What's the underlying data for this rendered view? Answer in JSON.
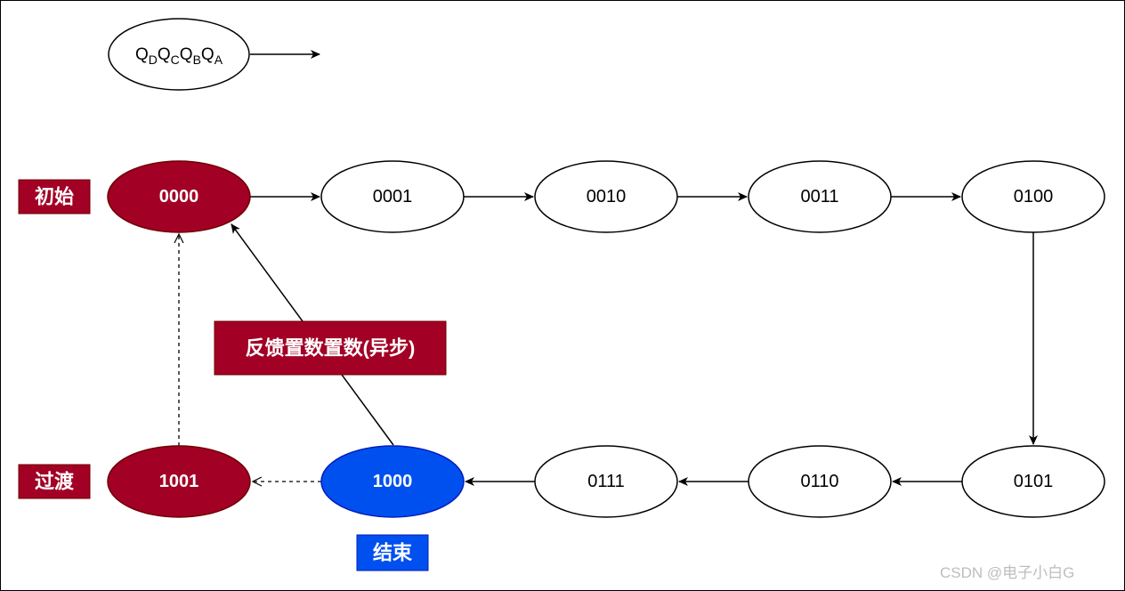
{
  "colors": {
    "highlight_fill": "#A20025",
    "end_fill": "#0050EF",
    "stroke": "#000000",
    "label_text": "#FFFFFF"
  },
  "legend": {
    "q_d": "Q",
    "sub_d": "D",
    "q_c": "Q",
    "sub_c": "C",
    "q_b": "Q",
    "sub_b": "B",
    "q_a": "Q",
    "sub_a": "A"
  },
  "states": [
    {
      "id": "s0",
      "label": "0000",
      "style": "highlight"
    },
    {
      "id": "s1",
      "label": "0001",
      "style": "plain"
    },
    {
      "id": "s2",
      "label": "0010",
      "style": "plain"
    },
    {
      "id": "s3",
      "label": "0011",
      "style": "plain"
    },
    {
      "id": "s4",
      "label": "0100",
      "style": "plain"
    },
    {
      "id": "s5",
      "label": "0101",
      "style": "plain"
    },
    {
      "id": "s6",
      "label": "0110",
      "style": "plain"
    },
    {
      "id": "s7",
      "label": "0111",
      "style": "plain"
    },
    {
      "id": "s8",
      "label": "1000",
      "style": "end"
    },
    {
      "id": "s9",
      "label": "1001",
      "style": "highlight"
    }
  ],
  "tags": {
    "initial": "初始",
    "transition": "过渡",
    "end": "结束",
    "feedback": "反馈置数置数(异步)"
  },
  "watermark": "CSDN @电子小白G"
}
